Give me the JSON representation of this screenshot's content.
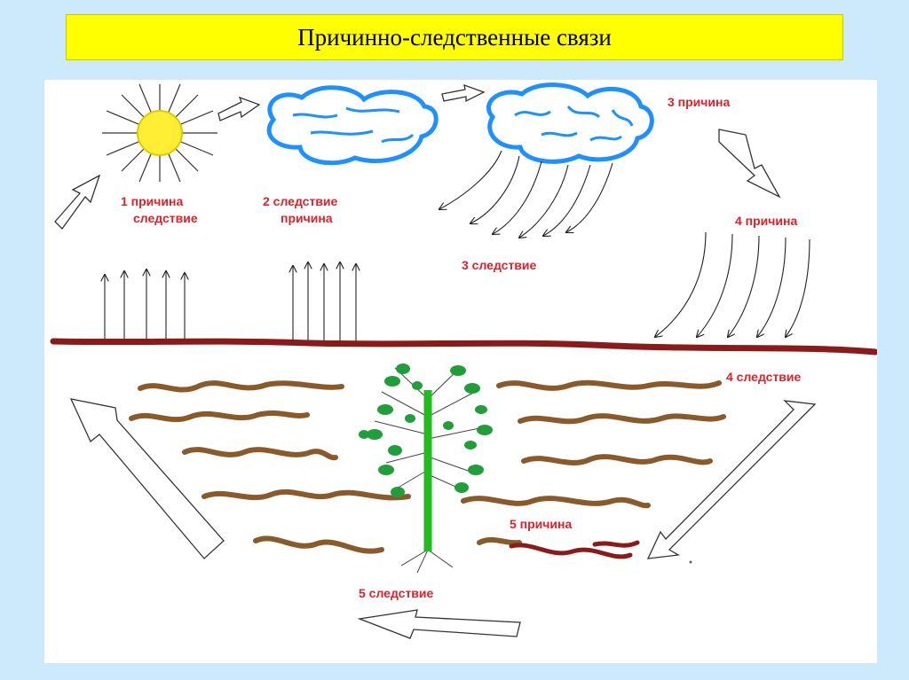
{
  "title": "Причинно-следственные  связи",
  "labels": {
    "l1a": "1 причина",
    "l1b": "следствие",
    "l2a": "2 следствие",
    "l2b": "причина",
    "l3p": "3 причина",
    "l3s": "3 следствие",
    "l4p": "4 причина",
    "l4s": "4 следствие",
    "l5p": "5 причина",
    "l5s": "5 следствие"
  },
  "colors": {
    "slide_background": "#cdeafc",
    "title_background": "#ffff00",
    "label_color": "#e0202a",
    "sun": "#ffee33",
    "cloud_outline": "#1e90ff",
    "ground_line": "#8b1a1a",
    "soil_wave": "#8b5a2b",
    "tree_trunk": "#22bb22",
    "leaf": "#1f9e3a"
  }
}
